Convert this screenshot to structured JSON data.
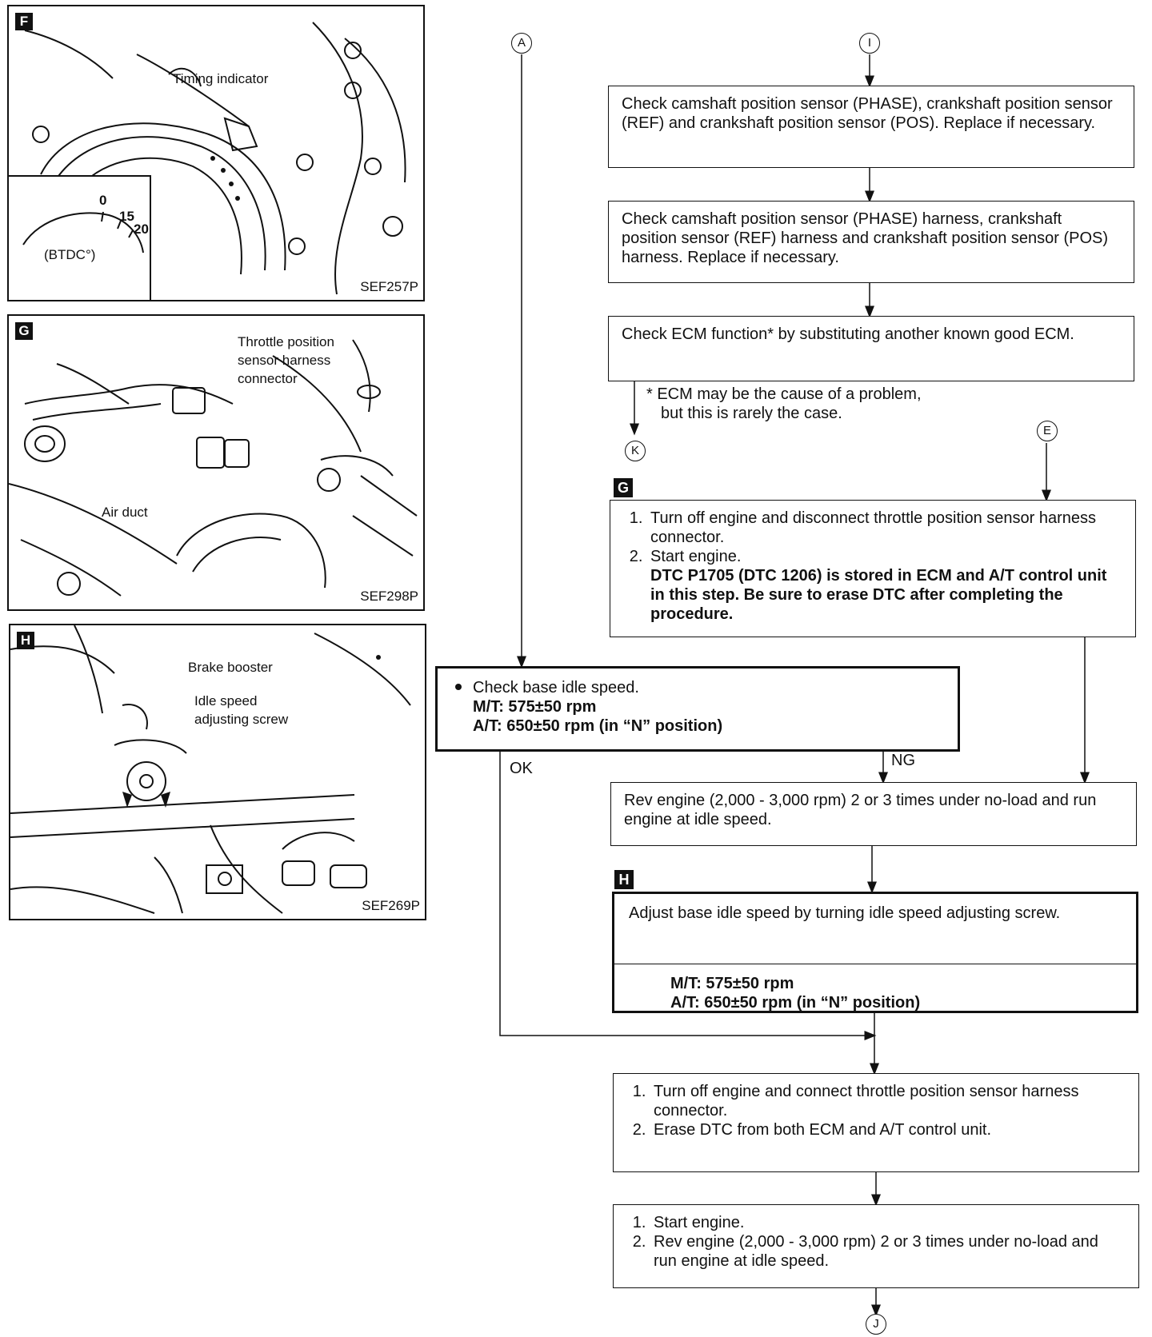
{
  "figures": {
    "f": {
      "tag": "F",
      "code": "SEF257P",
      "label_timing": "Timing indicator",
      "gauge_ticks": [
        "0",
        "15",
        "20"
      ],
      "gauge_unit": "(BTDC°)"
    },
    "g": {
      "tag": "G",
      "code": "SEF298P",
      "label_sensor_1": "Throttle position",
      "label_sensor_2": "sensor harness",
      "label_sensor_3": "connector",
      "label_duct": "Air duct"
    },
    "h": {
      "tag": "H",
      "code": "SEF269P",
      "label_booster": "Brake booster",
      "label_screw_1": "Idle speed",
      "label_screw_2": "adjusting screw"
    }
  },
  "connectors": {
    "a": "A",
    "i": "I",
    "k": "K",
    "e": "E",
    "j": "J"
  },
  "steps": {
    "check_sensors": "Check camshaft position sensor (PHASE), crankshaft position sensor (REF) and crankshaft position sensor (POS). Replace if necessary.",
    "check_harness": "Check camshaft position sensor (PHASE) harness, crankshaft position sensor (REF) harness and crankshaft position sensor (POS) harness. Replace if necessary.",
    "check_ecm": "Check ECM function* by substituting another known good ECM.",
    "ecm_note_1": "* ECM may be the cause of a problem,",
    "ecm_note_2": "but this is rarely the case.",
    "g_tag": "G",
    "g_item1": "Turn off engine and disconnect throttle position sensor harness connector.",
    "g_item2": "Start engine.",
    "g_warning": "DTC P1705 (DTC 1206) is stored in ECM and A/T control unit in this step. Be sure to erase DTC after completing the procedure.",
    "base_idle_title": "Check base idle speed.",
    "base_idle_mt": "M/T: 575±50 rpm",
    "base_idle_at": "A/T: 650±50 rpm (in “N” position)",
    "ok_label": "OK",
    "ng_label": "NG",
    "rev_engine": "Rev engine (2,000 - 3,000 rpm) 2 or 3 times under no-load and run engine at idle speed.",
    "h_tag": "H",
    "adjust_text": "Adjust base idle speed by turning idle speed adjusting screw.",
    "adjust_mt": "M/T: 575±50 rpm",
    "adjust_at": "A/T: 650±50 rpm (in “N” position)",
    "final1_item1": "Turn off engine and connect throttle position sensor harness connector.",
    "final1_item2": "Erase DTC from both ECM and A/T control unit.",
    "final2_item1": "Start engine.",
    "final2_item2": "Rev engine (2,000 - 3,000 rpm) 2 or 3 times under no-load and run engine at idle speed."
  }
}
